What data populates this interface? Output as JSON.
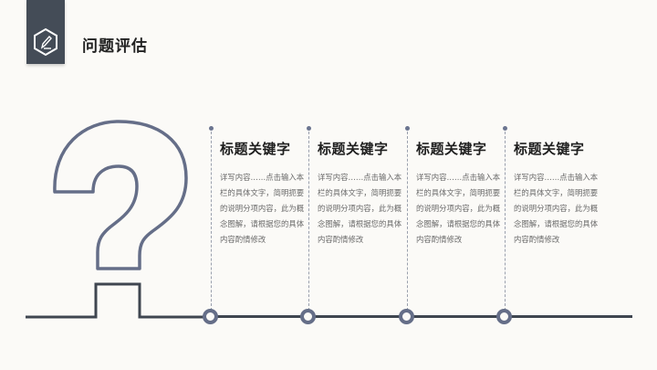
{
  "header": {
    "icon": "pencil-hexagon-icon",
    "title": "问题评估"
  },
  "colors": {
    "badge": "#444c57",
    "accent": "#656e88",
    "line": "#3f4650",
    "background": "#fbfaf7"
  },
  "items": [
    {
      "title": "标题关键字",
      "desc": "详写内容……点击输入本栏的具体文字，简明扼要的说明分项内容，此为概念图解，请根据您的具体内容酌情修改"
    },
    {
      "title": "标题关键字",
      "desc": "详写内容……点击输入本栏的具体文字，简明扼要的说明分项内容，此为概念图解，请根据您的具体内容酌情修改"
    },
    {
      "title": "标题关键字",
      "desc": "详写内容……点击输入本栏的具体文字，简明扼要的说明分项内容，此为概念图解，请根据您的具体内容酌情修改"
    },
    {
      "title": "标题关键字",
      "desc": "详写内容……点击输入本栏的具体文字，简明扼要的说明分项内容，此为概念图解，请根据您的具体内容酌情修改"
    }
  ]
}
